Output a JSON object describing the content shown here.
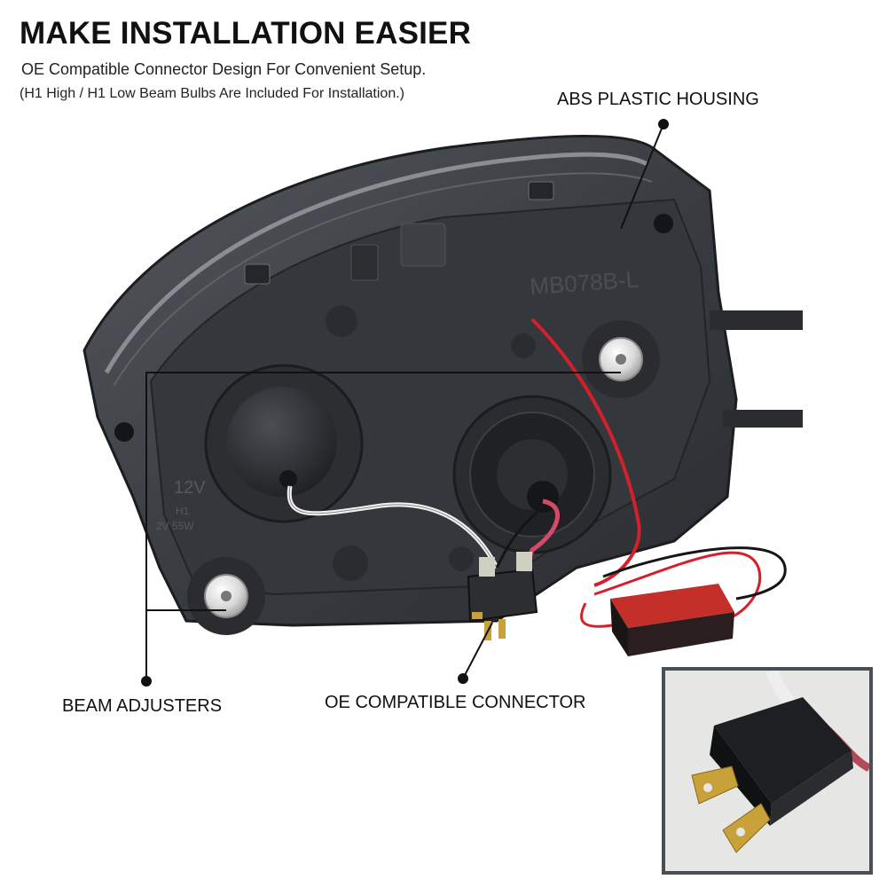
{
  "header": {
    "title": "MAKE INSTALLATION EASIER",
    "subtitle": "OE Compatible Connector Design For Convenient Setup.",
    "note": "(H1 High / H1 Low Beam Bulbs Are Included For Installation.)"
  },
  "callouts": {
    "housing": "ABS PLASTIC HOUSING",
    "adjusters": "BEAM ADJUSTERS",
    "connector": "OE COMPATIBLE CONNECTOR"
  },
  "housing_marks": {
    "part_no": "MB078B-L",
    "voltage": "12V",
    "bulb": "H1",
    "rating": "2V 55W"
  },
  "colors": {
    "housing": "#3a3d42",
    "wire_red": "#d4202a",
    "wire_white": "#f2f2f2",
    "brass": "#c9a13a",
    "inset_border": "#4a4f56"
  }
}
